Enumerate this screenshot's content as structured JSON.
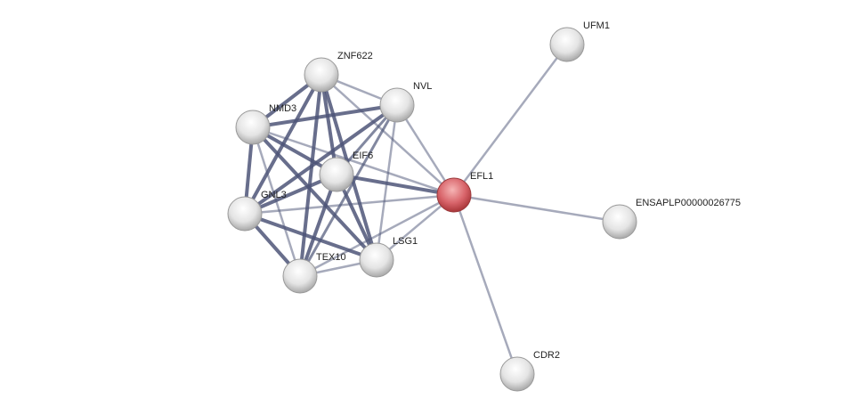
{
  "network": {
    "nodes": [
      {
        "id": "UFM1",
        "label": "UFM1",
        "query": false
      },
      {
        "id": "ZNF622",
        "label": "ZNF622",
        "query": false
      },
      {
        "id": "NVL",
        "label": "NVL",
        "query": false
      },
      {
        "id": "NMD3",
        "label": "NMD3",
        "query": false
      },
      {
        "id": "EIF6",
        "label": "EIF6",
        "query": false
      },
      {
        "id": "EFL1",
        "label": "EFL1",
        "query": true
      },
      {
        "id": "ENSAPLP",
        "label": "ENSAPLP00000026775",
        "query": false
      },
      {
        "id": "GNL3",
        "label": "GNL3",
        "query": false
      },
      {
        "id": "LSG1",
        "label": "LSG1",
        "query": false
      },
      {
        "id": "TEX10",
        "label": "TEX10",
        "query": false
      },
      {
        "id": "CDR2",
        "label": "CDR2",
        "query": false
      }
    ],
    "edges": [
      [
        "ZNF622",
        "NMD3",
        0.95
      ],
      [
        "ZNF622",
        "GNL3",
        0.95
      ],
      [
        "ZNF622",
        "TEX10",
        0.95
      ],
      [
        "ZNF622",
        "EIF6",
        0.95
      ],
      [
        "ZNF622",
        "LSG1",
        0.95
      ],
      [
        "ZNF622",
        "NVL",
        0.5
      ],
      [
        "ZNF622",
        "EFL1",
        0.5
      ],
      [
        "NMD3",
        "NVL",
        0.9
      ],
      [
        "NMD3",
        "GNL3",
        0.95
      ],
      [
        "NMD3",
        "LSG1",
        0.95
      ],
      [
        "NMD3",
        "EIF6",
        0.9
      ],
      [
        "NMD3",
        "TEX10",
        0.6
      ],
      [
        "NMD3",
        "EFL1",
        0.5
      ],
      [
        "GNL3",
        "NVL",
        0.9
      ],
      [
        "GNL3",
        "EIF6",
        0.9
      ],
      [
        "GNL3",
        "TEX10",
        0.95
      ],
      [
        "GNL3",
        "LSG1",
        0.9
      ],
      [
        "GNL3",
        "EFL1",
        0.5
      ],
      [
        "EIF6",
        "LSG1",
        0.95
      ],
      [
        "EIF6",
        "TEX10",
        0.9
      ],
      [
        "EIF6",
        "EFL1",
        0.9
      ],
      [
        "EIF6",
        "NVL",
        0.7
      ],
      [
        "NVL",
        "TEX10",
        0.8
      ],
      [
        "NVL",
        "LSG1",
        0.6
      ],
      [
        "NVL",
        "EFL1",
        0.5
      ],
      [
        "TEX10",
        "LSG1",
        0.5
      ],
      [
        "TEX10",
        "EFL1",
        0.5
      ],
      [
        "LSG1",
        "EFL1",
        0.5
      ],
      [
        "EFL1",
        "UFM1",
        0.5
      ],
      [
        "EFL1",
        "ENSAPLP",
        0.5
      ],
      [
        "EFL1",
        "CDR2",
        0.5
      ]
    ]
  },
  "colors": {
    "query_node": "#d0585c",
    "node": "#e6e6e6",
    "edge": "#4d5578"
  }
}
